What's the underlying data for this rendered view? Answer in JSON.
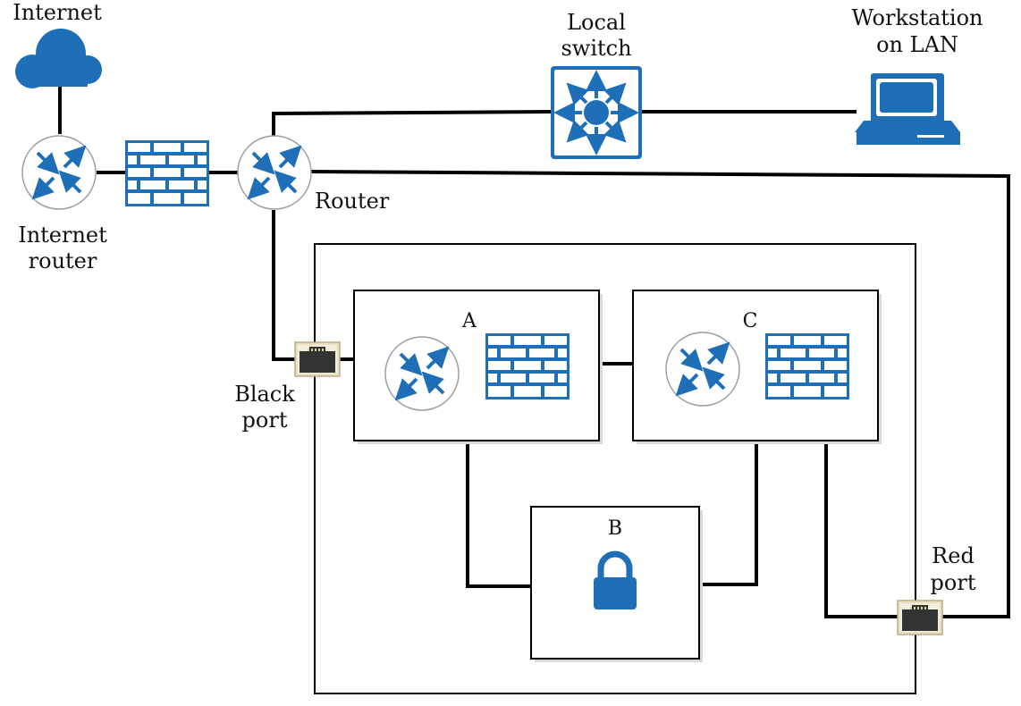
{
  "labels": {
    "internet": "Internet",
    "internet_router_1": "Internet",
    "internet_router_2": "router",
    "router": "Router",
    "local_switch_1": "Local",
    "local_switch_2": "switch",
    "workstation_1": "Workstation",
    "workstation_2": "on LAN",
    "black_port_1": "Black",
    "black_port_2": "port",
    "red_port_1": "Red",
    "red_port_2": "port",
    "box_a": "A",
    "box_b": "B",
    "box_c": "C"
  },
  "colors": {
    "icon_blue": "#1f6fb8",
    "line": "#000000",
    "port_frame": "#e6dcb8",
    "port_body": "#333333"
  },
  "icons": [
    "cloud-icon",
    "router-icon",
    "firewall-icon",
    "switch-icon",
    "workstation-icon",
    "ethernet-port-icon",
    "lock-icon"
  ]
}
